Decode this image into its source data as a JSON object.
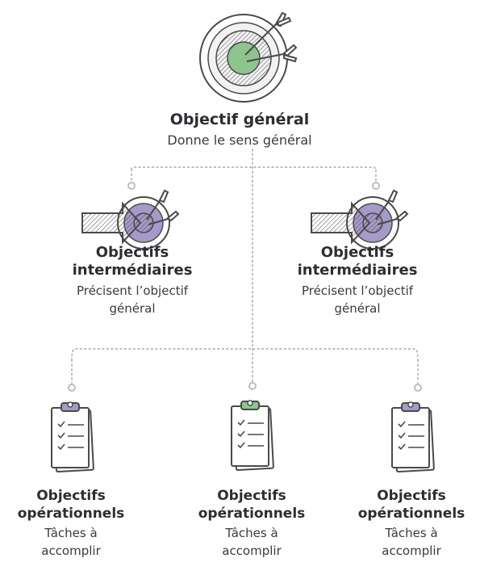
{
  "colors": {
    "accent_green": "#8dc58c",
    "accent_purple": "#a59ac8",
    "line_gray": "#bdbdbd",
    "ink": "#4a4a4a"
  },
  "top": {
    "title": "Objectif général",
    "description": "Donne le sens général",
    "icon": "target-with-arrows-icon"
  },
  "intermediate": [
    {
      "title_line1": "Objectifs",
      "title_line2": "intermédiaires",
      "desc_line1": "Précisent l’objectif",
      "desc_line2": "général",
      "icon": "target-arrow-icon"
    },
    {
      "title_line1": "Objectifs",
      "title_line2": "intermédiaires",
      "desc_line1": "Précisent l’objectif",
      "desc_line2": "général",
      "icon": "target-arrow-icon"
    }
  ],
  "operational": [
    {
      "title_line1": "Objectifs",
      "title_line2": "opérationnels",
      "desc_line1": "Tâches à",
      "desc_line2": "accomplir",
      "icon": "clipboard-checklist-icon",
      "clip_color": "#a59ac8"
    },
    {
      "title_line1": "Objectifs",
      "title_line2": "opérationnels",
      "desc_line1": "Tâches à",
      "desc_line2": "accomplir",
      "icon": "clipboard-checklist-icon",
      "clip_color": "#8dc58c"
    },
    {
      "title_line1": "Objectifs",
      "title_line2": "opérationnels",
      "desc_line1": "Tâches à",
      "desc_line2": "accomplir",
      "icon": "clipboard-checklist-icon",
      "clip_color": "#a59ac8"
    }
  ]
}
